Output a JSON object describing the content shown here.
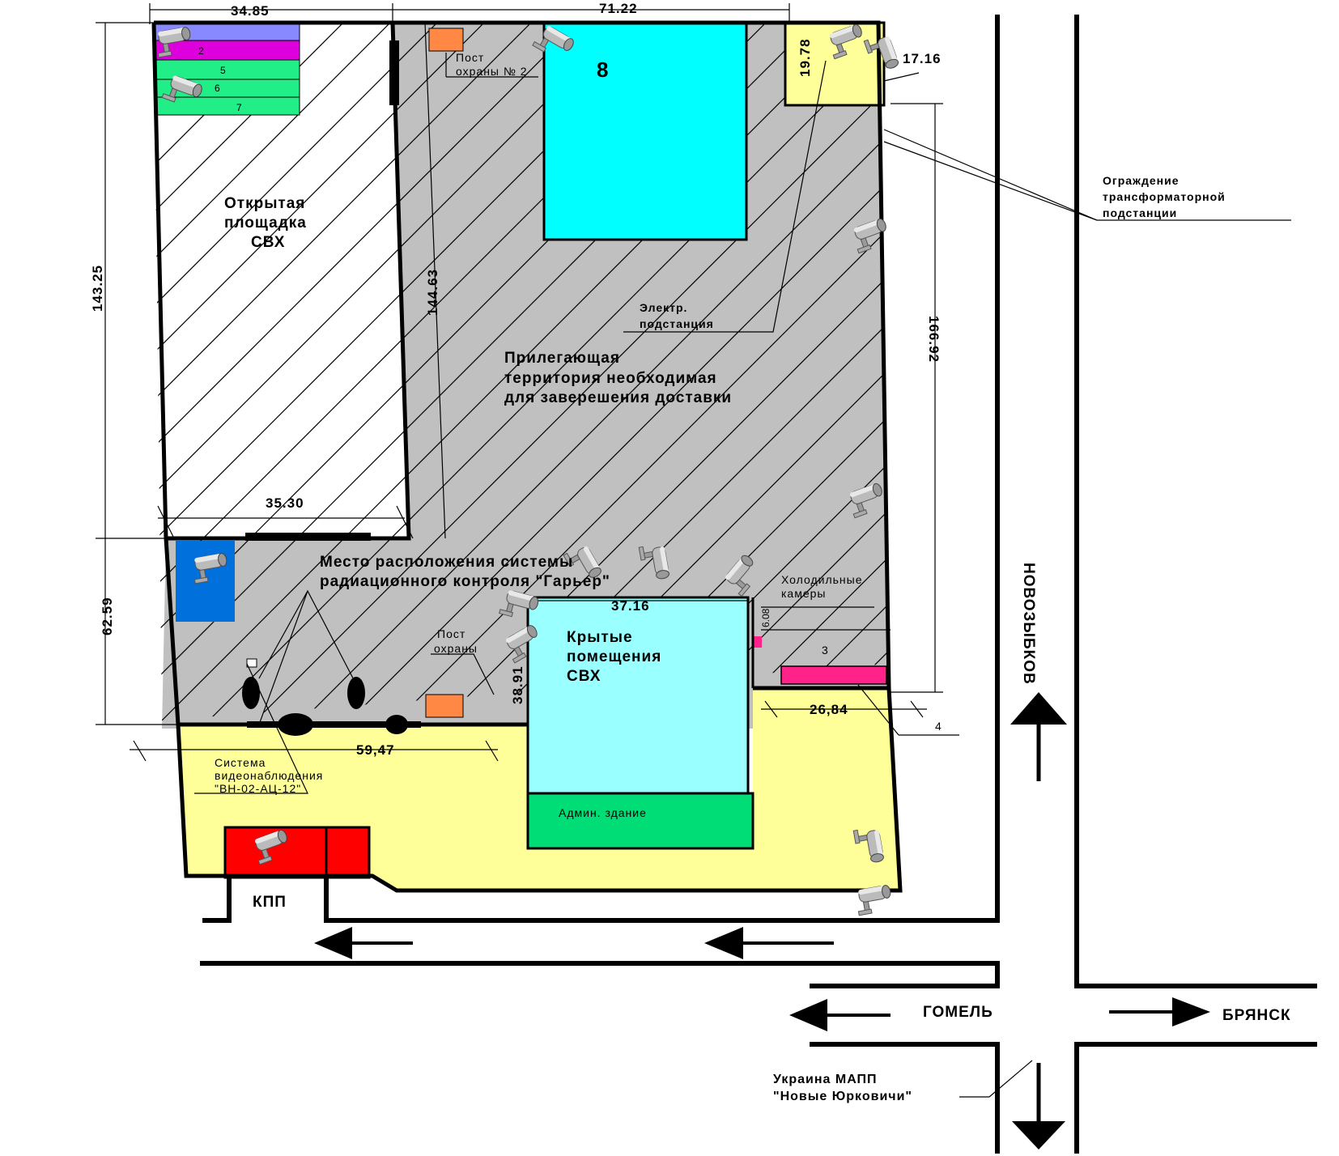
{
  "dimensions": {
    "top_left": "34.85",
    "top_right": "71.22",
    "left_upper": "143.25",
    "left_lower": "62.59",
    "inner_vertical": "144.63",
    "right_vertical": "166.92",
    "substation_width": "17.16",
    "substation_height": "19.78",
    "open_area_bottom": "35.30",
    "bottom_left": "59,47",
    "covered_top": "37.16",
    "covered_left": "38.91",
    "right_bottom": "26,84",
    "small_vertical": "6.08"
  },
  "areas": {
    "open_area": [
      "Открытая",
      "площадка",
      "СВХ"
    ],
    "adjacent": [
      "Прилегающая",
      "территория необходимая",
      "для заверешения доставки"
    ],
    "radiation": [
      "Место расположения системы",
      "радиационного контроля \"Гарьер\""
    ],
    "covered": [
      "Крытые",
      "помещения",
      "СВХ"
    ],
    "admin": "Админ. здание",
    "checkpoint": "КПП",
    "substation": [
      "Электр.",
      "подстанция"
    ],
    "transformer_fence": [
      "Ограждение",
      "трансформаторной",
      "подстанции"
    ],
    "cold_rooms": [
      "Холодильные",
      "камеры"
    ],
    "video": [
      "Система",
      "видеонаблюдения",
      "\"ВН-02-АЦ-12\""
    ],
    "guard_post_2": [
      "Пост",
      "охраны № 2"
    ],
    "guard_post": [
      "Пост",
      "охраны"
    ]
  },
  "numbers": {
    "n2": "2",
    "n5": "5",
    "n6": "6",
    "n7": "7",
    "n8": "8",
    "n3": "3",
    "n4": "4"
  },
  "roads": {
    "north": "НОВОЗЫБКОВ",
    "west": "ГОМЕЛЬ",
    "east": "БРЯНСК",
    "south": [
      "Украина МАПП",
      "\"Новые Юрковичи\""
    ]
  },
  "colors": {
    "territory": "#c0c0c0",
    "yellow_zone": "#ffff99",
    "covered": "#99ffff",
    "area8": "#00ffff",
    "admin": "#00dd77",
    "checkpoint": "#ff0000",
    "camera_room": "#0070dd",
    "guard_post": "#ff8844",
    "magenta": "#ff2288",
    "violet": "#8888ff",
    "fuchsia": "#dd00dd",
    "green_rows": "#22ee88"
  },
  "icons": {
    "camera": "cctv-camera-icon",
    "arrow": "road-direction-arrow-icon"
  }
}
